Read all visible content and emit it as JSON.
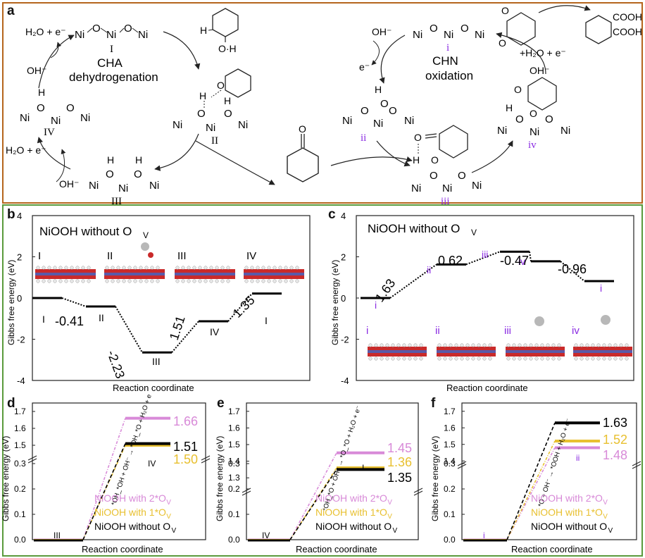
{
  "panels": {
    "a": "a",
    "b": "b",
    "c": "c",
    "d": "d",
    "e": "e",
    "f": "f"
  },
  "colors": {
    "frame_top": "#b5651d",
    "frame_bottom": "#5a9a3c",
    "black": "#000000",
    "pink": "#d88ad8",
    "yellow": "#e8c030",
    "purple": "#8a2be2"
  },
  "scheme": {
    "left_cycle": {
      "state_I": "I",
      "state_II": "II",
      "state_III": "III",
      "state_IV": "IV",
      "title_line1": "CHA",
      "title_line2": "dehydrogenation",
      "h2o_e_top": "H₂O + e⁻",
      "oh_top": "OH⁻",
      "h2o_e_bottom": "H₂O + e⁻",
      "oh_bottom": "OH⁻",
      "ni": "Ni",
      "o": "O",
      "h": "H",
      "oh": "O·H"
    },
    "right_cycle": {
      "state_i": "i",
      "state_ii": "ii",
      "state_iii": "iii",
      "state_iv": "iv",
      "title_line1": "CHN",
      "title_line2": "oxidation",
      "oh_top": "OH⁻",
      "e_minus": "e⁻",
      "products": "+H₂O + e⁻",
      "oh_right": "OH⁻",
      "cooh": "COOH",
      "ni": "Ni",
      "o": "O",
      "h": "H"
    },
    "ketone_o": "O"
  },
  "chart_b": {
    "title": "NiOOH without O",
    "title_sub": "V",
    "ylabel": "Gibbs free energy (eV)",
    "xlabel": "Reaction coordinate",
    "ylim": [
      -4,
      4
    ],
    "yticks": [
      "4",
      "2",
      "0",
      "-2",
      "-4"
    ],
    "structure_labels": [
      "I",
      "II",
      "III",
      "IV"
    ],
    "level_labels": [
      "I",
      "II",
      "III",
      "IV",
      "I"
    ],
    "step_labels": [
      "-0.41",
      "-2.23",
      "1.51",
      "1.35"
    ]
  },
  "chart_c": {
    "title": "NiOOH without O",
    "title_sub": "V",
    "ylabel": "Gibbs free energy (eV)",
    "xlabel": "Reaction coordinate",
    "ylim": [
      -4,
      4
    ],
    "yticks": [
      "4",
      "2",
      "0",
      "-2",
      "-4"
    ],
    "structure_labels": [
      "i",
      "ii",
      "iii",
      "iv"
    ],
    "level_labels": [
      "i",
      "ii",
      "iii",
      "iv",
      "i"
    ],
    "step_labels": [
      "1.63",
      "0.62",
      "-0.47",
      "-0.96"
    ]
  },
  "chart_d": {
    "ylabel": "Gibbs free energy (eV)",
    "xlabel": "Reaction coordinate",
    "yticks_upper": [
      "1.7",
      "1.6",
      "1.5"
    ],
    "yticks_lower": [
      "0.3",
      "0.2",
      "0.1",
      "0.0"
    ],
    "reaction": "*OH_*OH + OH⁻ → *OH_*O + H₂O + e⁻",
    "start_label": "III",
    "end_label": "IV",
    "legend": [
      "NiOOH with 2*O",
      "NiOOH with 1*O",
      "NiOOH without O"
    ],
    "legend_sub": "V"
  },
  "chart_e": {
    "ylabel": "Gibbs free energy (eV)",
    "xlabel": "Reaction coordinate",
    "yticks_upper": [
      "1.7",
      "1.6",
      "1.5",
      "1.4",
      "1.3"
    ],
    "yticks_lower": [
      "0.3",
      "0.2",
      "0.1",
      "0.0"
    ],
    "reaction": "*OH_*O + OH⁻ → *O_*O + H₂O + e⁻",
    "start_label": "IV",
    "end_label": "I",
    "legend": [
      "NiOOH with 2*O",
      "NiOOH with 1*O",
      "NiOOH without O"
    ],
    "legend_sub": "V"
  },
  "chart_f": {
    "ylabel": "Gibbs free energy (eV)",
    "xlabel": "Reaction coordinate",
    "yticks_upper": [
      "1.7",
      "1.6",
      "1.5",
      "1.4"
    ],
    "yticks_lower": [
      "0.3",
      "0.2",
      "0.1",
      "0.0"
    ],
    "reaction": "*O + OH⁻ → *OOH + H₂O + e⁻",
    "start_label": "i",
    "end_label": "ii",
    "legend": [
      "NiOOH with 2*O",
      "NiOOH with 1*O",
      "NiOOH without O"
    ],
    "legend_sub": "V"
  },
  "chart_data": [
    {
      "type": "line",
      "panel": "b",
      "title": "NiOOH without OV",
      "xlabel": "Reaction coordinate",
      "ylabel": "Gibbs free energy (eV)",
      "ylim": [
        -4,
        4
      ],
      "levels": [
        0.0,
        -0.41,
        -2.64,
        -1.13,
        0.22
      ],
      "level_names": [
        "I",
        "II",
        "III",
        "IV",
        "I"
      ],
      "steps": [
        -0.41,
        -2.23,
        1.51,
        1.35
      ]
    },
    {
      "type": "line",
      "panel": "c",
      "title": "NiOOH without OV",
      "xlabel": "Reaction coordinate",
      "ylabel": "Gibbs free energy (eV)",
      "ylim": [
        -4,
        4
      ],
      "levels": [
        0.0,
        1.63,
        2.25,
        1.78,
        0.82
      ],
      "level_names": [
        "i",
        "ii",
        "iii",
        "iv",
        "i"
      ],
      "steps": [
        1.63,
        0.62,
        -0.47,
        -0.96
      ]
    },
    {
      "type": "line",
      "panel": "d",
      "xlabel": "Reaction coordinate",
      "ylabel": "Gibbs free energy (eV)",
      "series": [
        {
          "name": "NiOOH with 2*OV",
          "values": [
            0.0,
            1.66
          ]
        },
        {
          "name": "NiOOH with 1*OV",
          "values": [
            0.0,
            1.5
          ]
        },
        {
          "name": "NiOOH without OV",
          "values": [
            0.0,
            1.51
          ]
        }
      ]
    },
    {
      "type": "line",
      "panel": "e",
      "xlabel": "Reaction coordinate",
      "ylabel": "Gibbs free energy (eV)",
      "series": [
        {
          "name": "NiOOH with 2*OV",
          "values": [
            0.0,
            1.45
          ]
        },
        {
          "name": "NiOOH with 1*OV",
          "values": [
            0.0,
            1.36
          ]
        },
        {
          "name": "NiOOH without OV",
          "values": [
            0.0,
            1.35
          ]
        }
      ]
    },
    {
      "type": "line",
      "panel": "f",
      "xlabel": "Reaction coordinate",
      "ylabel": "Gibbs free energy (eV)",
      "series": [
        {
          "name": "NiOOH with 2*OV",
          "values": [
            0.0,
            1.48
          ]
        },
        {
          "name": "NiOOH with 1*OV",
          "values": [
            0.0,
            1.52
          ]
        },
        {
          "name": "NiOOH without OV",
          "values": [
            0.0,
            1.63
          ]
        }
      ]
    }
  ],
  "value_labels": {
    "d": {
      "pink": "1.66",
      "black": "1.51",
      "yellow": "1.50"
    },
    "e": {
      "pink": "1.45",
      "yellow": "1.36",
      "black": "1.35"
    },
    "f": {
      "black": "1.63",
      "yellow": "1.52",
      "pink": "1.48"
    }
  }
}
